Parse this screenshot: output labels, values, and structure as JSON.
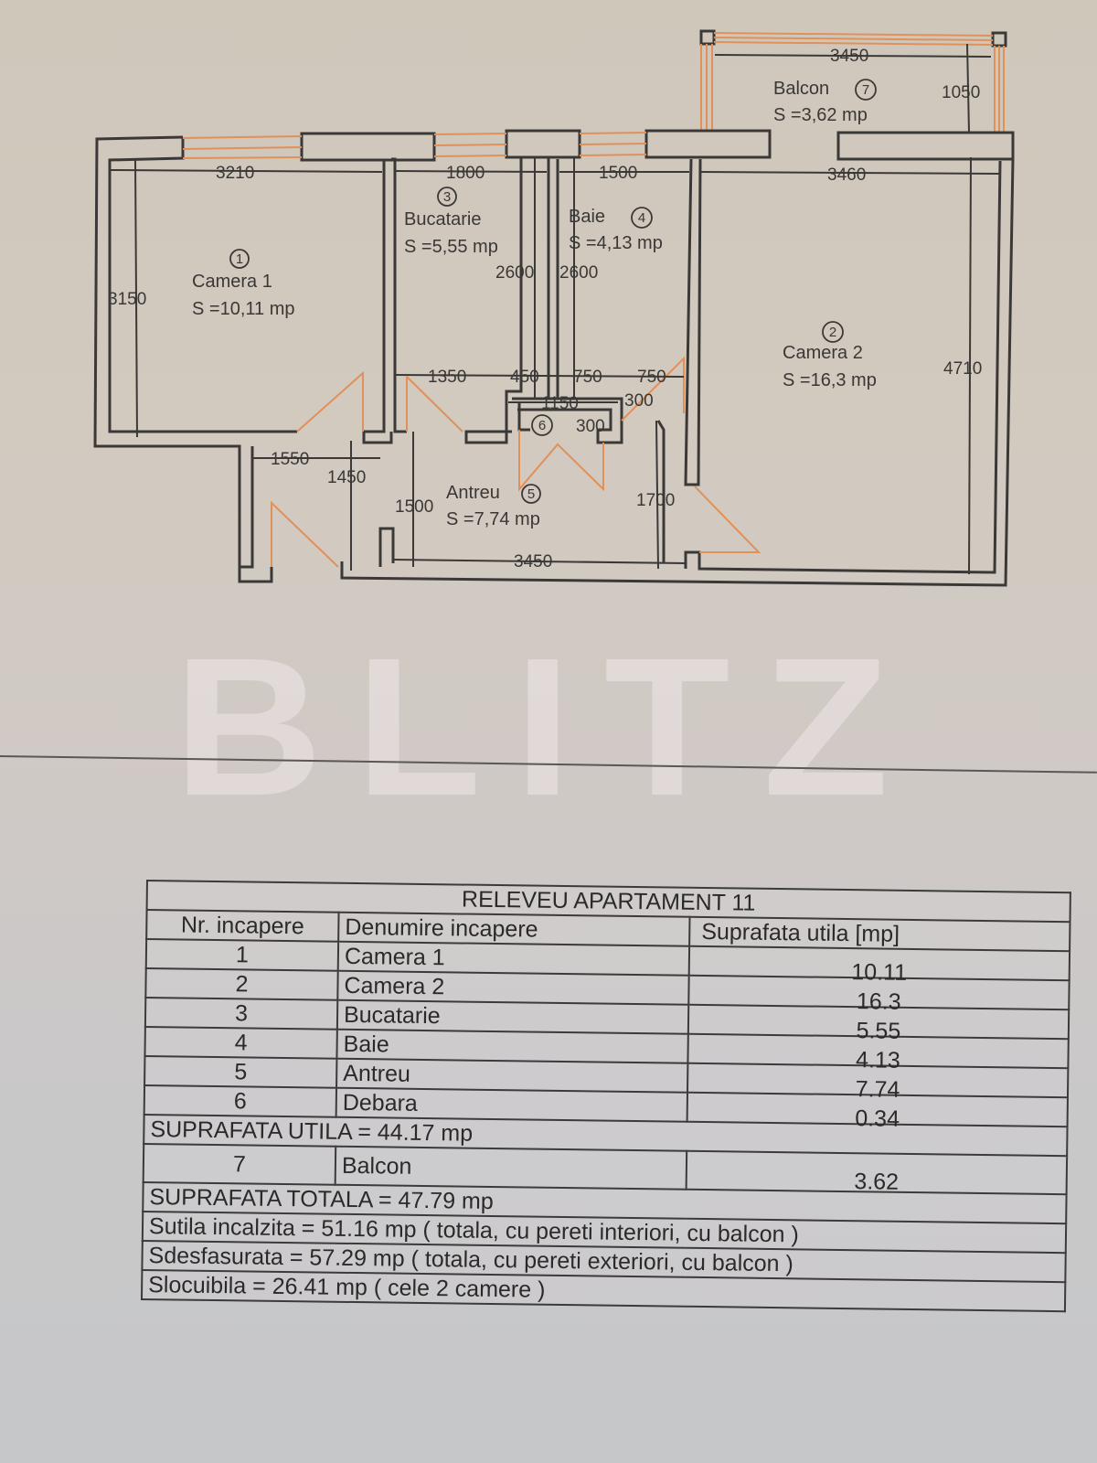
{
  "plan": {
    "rooms": [
      {
        "nr": "1",
        "name": "Camera 1",
        "area": "S =10,11 mp"
      },
      {
        "nr": "2",
        "name": "Camera 2",
        "area": "S =16,3 mp"
      },
      {
        "nr": "3",
        "name": "Bucatarie",
        "area": "S =5,55 mp"
      },
      {
        "nr": "4",
        "name": "Baie",
        "area": "S =4,13 mp"
      },
      {
        "nr": "5",
        "name": "Antreu",
        "area": "S =7,74 mp"
      },
      {
        "nr": "6"
      },
      {
        "nr": "7",
        "name": "Balcon",
        "area": "S =3,62 mp"
      }
    ],
    "dimensions": {
      "camera1_width": "3210",
      "camera1_height": "3150",
      "bucatarie_width": "1800",
      "bucatarie_height": "2600",
      "baie_width": "1500",
      "baie_height": "2600",
      "camera2_width": "3460",
      "camera2_height": "4710",
      "balcon_width": "3450",
      "balcon_depth": "1050",
      "hall_1350": "1350",
      "hall_450": "450",
      "hall_750a": "750",
      "hall_750b": "750",
      "debara_1150": "1150",
      "debara_300a": "300",
      "debara_300b": "300",
      "antreu_1550": "1550",
      "antreu_1450": "1450",
      "antreu_1500": "1500",
      "antreu_1700": "1700",
      "antreu_3450": "3450"
    }
  },
  "watermark": "BLITZ",
  "table": {
    "title": "RELEVEU APARTAMENT 11",
    "headers": [
      "Nr. incapere",
      "Denumire incapere",
      "Suprafata utila [mp]"
    ],
    "rows": [
      {
        "nr": "1",
        "name": "Camera 1",
        "area": "10.11"
      },
      {
        "nr": "2",
        "name": "Camera 2",
        "area": "16.3"
      },
      {
        "nr": "3",
        "name": "Bucatarie",
        "area": "5.55"
      },
      {
        "nr": "4",
        "name": "Baie",
        "area": "4.13"
      },
      {
        "nr": "5",
        "name": "Antreu",
        "area": "7.74"
      },
      {
        "nr": "6",
        "name": "Debara",
        "area": "0.34"
      }
    ],
    "suprafata_utila": "SUPRAFATA UTILA = 44.17 mp",
    "balcon_row": {
      "nr": "7",
      "name": "Balcon",
      "area": "3.62"
    },
    "suprafata_totala": "SUPRAFATA TOTALA = 47.79 mp",
    "sutila_incalzita": "Sutila incalzita = 51.16 mp ( totala, cu pereti interiori, cu balcon )",
    "sdesfasurata": "Sdesfasurata = 57.29 mp ( totala, cu pereti exteriori, cu balcon )",
    "slocuibila": "Slocuibila = 26.41 mp ( cele 2 camere )"
  },
  "colors": {
    "wall": "#3b3938",
    "window_door": "#e0915a",
    "paper_top": "#d0c7bb",
    "paper_bottom": "#c6c7c9"
  }
}
